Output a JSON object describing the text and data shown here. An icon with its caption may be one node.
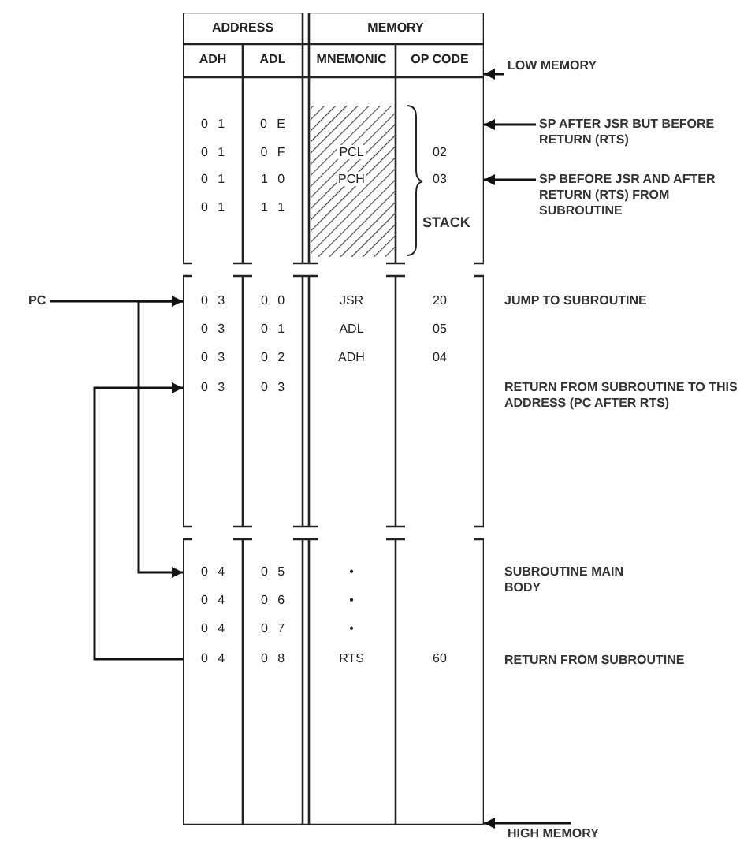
{
  "diagram": {
    "nodes": [
      {
        "text": [
          "ADDRESS",
          "MEMORY",
          "ADH",
          "ADL",
          "MNEMONIC",
          "OP CODE"
        ]
      },
      {
        "text": [
          "0 1",
          "0 E"
        ],
        "in": 0
      },
      {
        "text": [
          "0 1",
          "0 F"
        ],
        "in": 0
      },
      {
        "text": [
          "0 1",
          "1 0"
        ],
        "in": 0
      },
      {
        "text": [
          "0 1",
          "1 1"
        ],
        "in": 0
      },
      {
        "text": [
          "0 3",
          "0 0"
        ],
        "in": 0
      },
      {
        "text": [
          "0 3",
          "0 1"
        ],
        "in": 0
      },
      {
        "text": [
          "0 3",
          "0 2"
        ],
        "in": 0
      },
      {
        "text": [
          "0 3",
          "0 3"
        ],
        "in": 0
      },
      {
        "text": [
          "0 4",
          "0 5"
        ],
        "in": 0
      },
      {
        "text": [
          "0 4",
          "0 6"
        ],
        "in": 0
      },
      {
        "text": [
          "0 4",
          "0 7"
        ],
        "in": 0
      },
      {
        "text": [
          "0 4",
          "0 8"
        ],
        "in": 0
      },
      {
        "text": [
          "PC"
        ]
      },
      {
        "text": [
          "LOW MEMORY"
        ]
      },
      {
        "text": [
          "SP AFTER JSR BUT BEFORE RETURN (RTS)"
        ]
      },
      {
        "text": [
          "SP BEFORE JSR AND AFTER RETURN (RTS) FROM SUBROUTINE"
        ]
      },
      {
        "text": [
          "HIGH MEMORY"
        ]
      }
    ],
    "edges": [
      {
        "from": 13,
        "to": 5,
        "arrow": "to"
      },
      {
        "from": 5,
        "to": 9,
        "arrow": "to"
      },
      {
        "from": 12,
        "to": 8,
        "arrow": "to"
      },
      {
        "from": 14,
        "to": 0,
        "arrow": "to"
      },
      {
        "from": 15,
        "to": 0,
        "arrow": "to"
      },
      {
        "from": 16,
        "to": 0,
        "arrow": "to"
      },
      {
        "from": 17,
        "to": 0,
        "arrow": "to"
      }
    ],
    "labels": [
      "PCL",
      "02",
      "PCH",
      "03",
      "STACK",
      "JSR",
      "20",
      "JUMP TO SUBROUTINE",
      "ADL",
      "05",
      "ADH",
      "04",
      "RETURN FROM SUBROUTINE TO THIS ADDRESS (PC AFTER RTS)",
      "•",
      "SUBROUTINE MAIN BODY",
      "•",
      "•",
      "RTS",
      "60",
      "RETURN FROM SUBROUTINE"
    ]
  }
}
